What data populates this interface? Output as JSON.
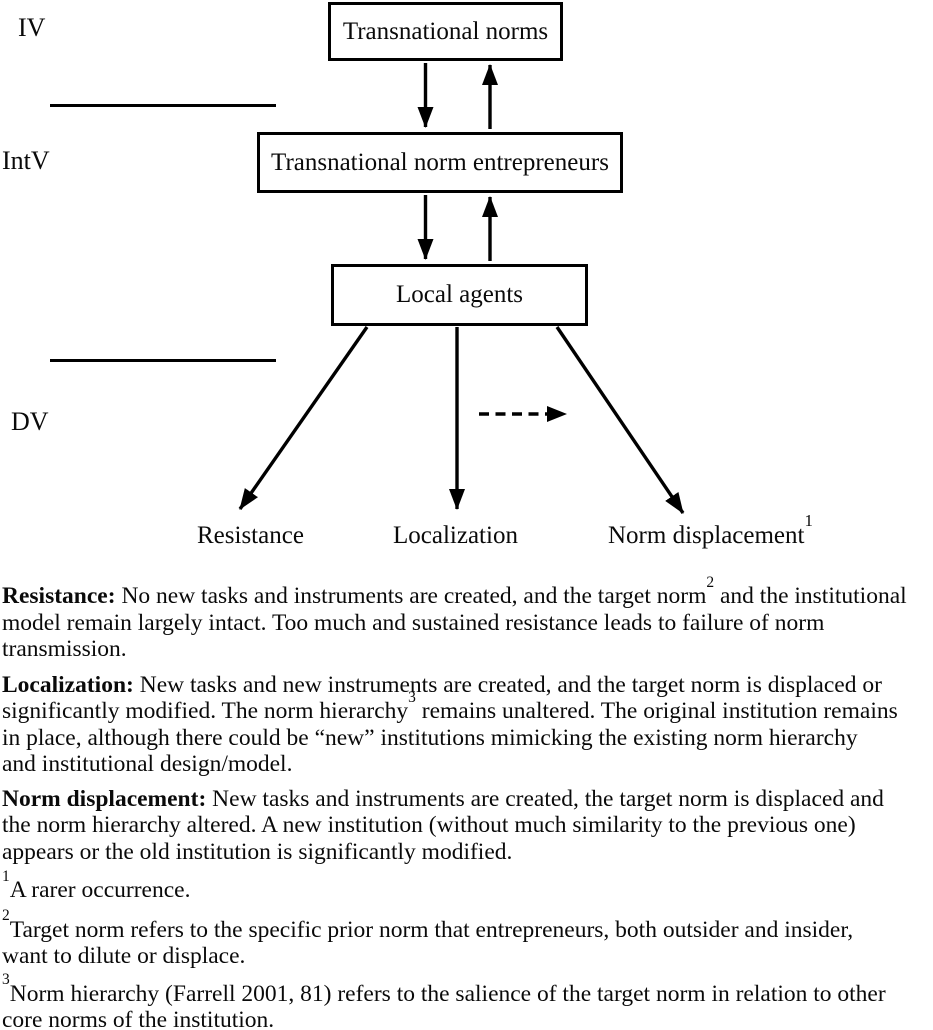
{
  "colors": {
    "ink": "#000000",
    "background": "#ffffff"
  },
  "figure": {
    "variable_labels": {
      "iv": "IV",
      "intv": "IntV",
      "dv": "DV"
    },
    "boxes": {
      "transnational_norms": "Transnational norms",
      "norm_entrepreneurs": "Transnational norm entrepreneurs",
      "local_agents": "Local agents"
    },
    "outcomes": {
      "resistance": "Resistance",
      "localization": "Localization",
      "norm_displacement": "Norm displacement",
      "norm_displacement_sup": "1"
    }
  },
  "text_blocks": [
    {
      "name": "resistance-definition",
      "lines": [
        [
          {
            "s": "b",
            "t": "Resistance:"
          },
          {
            "s": "n",
            "t": " No new tasks and instruments are created, and the target norm"
          },
          {
            "s": "sup",
            "t": "2"
          },
          {
            "s": "n",
            "t": " and the institutional"
          }
        ],
        [
          {
            "s": "n",
            "t": "model remain largely intact. Too much and sustained resistance leads to failure of norm"
          }
        ],
        [
          {
            "s": "n",
            "t": "transmission."
          }
        ]
      ]
    },
    {
      "name": "localization-definition",
      "lines": [
        [
          {
            "s": "b",
            "t": "Localization:"
          },
          {
            "s": "n",
            "t": " New tasks and new instruments are created, and the target norm is displaced or"
          }
        ],
        [
          {
            "s": "n",
            "t": "significantly modified. The norm hierarchy"
          },
          {
            "s": "sup",
            "t": "3"
          },
          {
            "s": "n",
            "t": " remains unaltered. The original institution remains"
          }
        ],
        [
          {
            "s": "n",
            "t": "in place, although there could be “new” institutions mimicking the existing norm hierarchy"
          }
        ],
        [
          {
            "s": "n",
            "t": "and institutional design/model."
          }
        ]
      ]
    },
    {
      "name": "norm-displacement-definition",
      "lines": [
        [
          {
            "s": "b",
            "t": "Norm displacement:"
          },
          {
            "s": "n",
            "t": " New tasks and instruments are created, the target norm is displaced and"
          }
        ],
        [
          {
            "s": "n",
            "t": "the norm hierarchy altered. A new institution (without much similarity to the previous one)"
          }
        ],
        [
          {
            "s": "n",
            "t": "appears or the old institution is significantly modified."
          }
        ]
      ]
    },
    {
      "name": "footnote-1",
      "lines": [
        [
          {
            "s": "sup",
            "t": "1"
          },
          {
            "s": "n",
            "t": "A rarer occurrence."
          }
        ]
      ]
    },
    {
      "name": "footnote-2",
      "lines": [
        [
          {
            "s": "sup",
            "t": "2"
          },
          {
            "s": "n",
            "t": "Target norm refers to the specific prior norm that entrepreneurs, both outsider and insider,"
          }
        ],
        [
          {
            "s": "n",
            "t": "want to dilute or displace."
          }
        ]
      ]
    },
    {
      "name": "footnote-3",
      "lines": [
        [
          {
            "s": "sup",
            "t": "3"
          },
          {
            "s": "n",
            "t": "Norm hierarchy (Farrell 2001, 81) refers to the salience of the target norm in relation to other"
          }
        ],
        [
          {
            "s": "n",
            "t": "core norms of the institution."
          }
        ]
      ]
    }
  ]
}
